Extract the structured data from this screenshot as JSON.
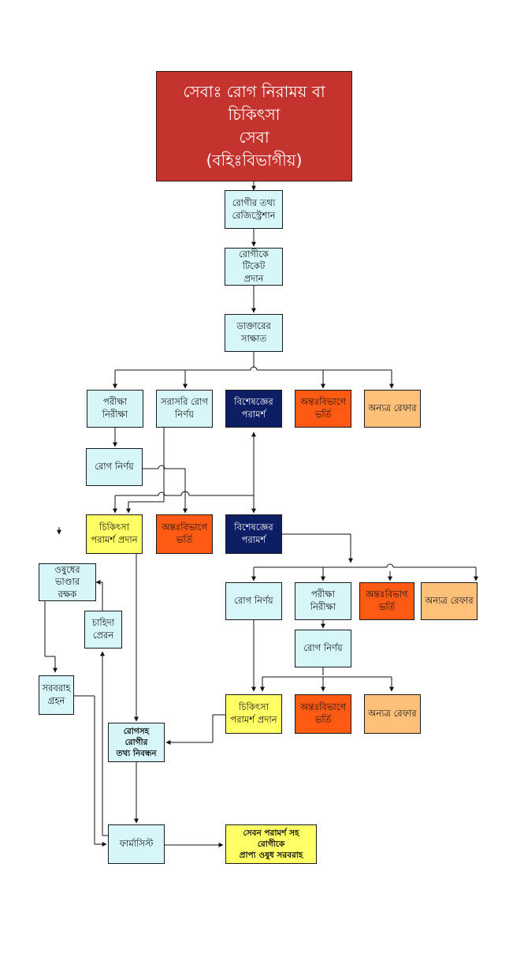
{
  "title": "সেবাঃ রোগ নিরাময় বা  চিকিৎসা\nসেবা\n(বহিঃবিভাগীয়)",
  "nodes": {
    "registration": "রোগীর তথ্য\nরেজিস্ট্রেশান",
    "ticket": "রোগীকে টিকেট\nপ্রদান",
    "doctor_meet": "ডাক্তারের\nসাক্ষাত",
    "test_1": "পরীক্ষা নিরীক্ষা",
    "direct_diagnosis": "সরাসরি রোগ\nনির্ণয়",
    "specialist_1": "বিশেষজ্ঞের\nপরামর্শ",
    "admit_1": "অন্তঃবিভাগে\nভর্তি",
    "refer_1": "অন্যত্র রেফার",
    "diagnosis_1": "রোগ নির্ণয়",
    "treatment_1": "চিকিৎসা\nপরামর্শ প্রদান",
    "admit_2": "অন্তঃবিভাগে\nভর্তি",
    "specialist_2": "বিশেষজ্ঞের\nপরামর্শ",
    "store_keeper": "ওষুধের ভাণ্ডার\nরক্ষক",
    "demand_send": "চাহিদা\nপ্রেরন",
    "supply_receive": "সরবরাহ\nগ্রহন",
    "diagnosis_2": "রোগ নির্ণয়",
    "test_2": "পরীক্ষা নিরীক্ষা",
    "admit_3": "অন্তঃবিভাগ\nভর্তি",
    "refer_2": "অন্যত্র রেফার",
    "diagnosis_3": "রোগ নির্ণয়",
    "treatment_2": "চিকিৎসা\nপরামর্শ প্রদান",
    "admit_4": "অন্তঃবিভাগে\nভর্তি",
    "refer_3": "অন্যত্র রেফার",
    "record": "রোগসহ রোগীর\nতথ্য নিবন্ধন",
    "pharmacist": "ফার্মাসিস্ট",
    "final_supply": "সেবন পরামর্শ সহ রোগীকে\nপ্রাপ্য ওষুধ সরবরাহ"
  },
  "colors": {
    "title_bg": "#c4332d",
    "cyan": "#d6f6fa",
    "yellow": "#ffff66",
    "orange": "#ff5a14",
    "peach": "#ffc07a",
    "navy": "#0d1e64"
  }
}
